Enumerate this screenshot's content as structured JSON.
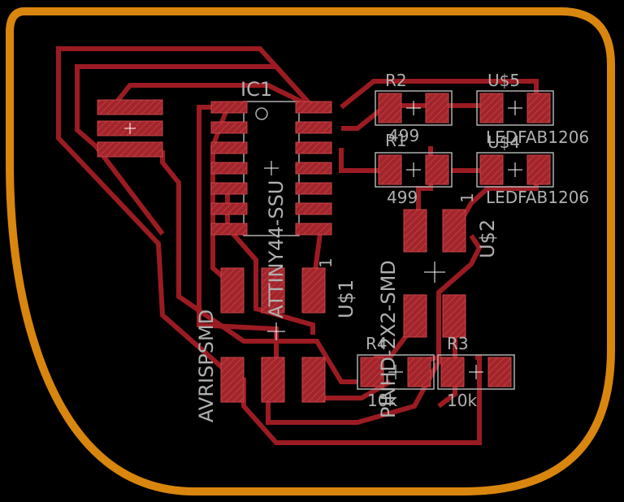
{
  "colors": {
    "background": "#000000",
    "outline": "#d9860f",
    "trace": "#9b1b22",
    "pad": "#a1252b",
    "silk": "#b0b0b0"
  },
  "components": {
    "ic1_name": "IC1",
    "ic1_value": "ATTINY44-SSU",
    "ic1_pin1": "1",
    "r2_name": "R2",
    "r2_value": "499",
    "r1_name": "R1",
    "r1_value": "499",
    "u5_name": "U$5",
    "u5_value": "LEDFAB1206",
    "u4_name": "U$4",
    "u4_value": "LEDFAB1206",
    "u1_name": "U$1",
    "u1_value": "AVRISPSMD",
    "u1_pin1": "1",
    "u2_name": "U$2",
    "u2_value": "PINHD-2X2-SMD",
    "u2_pin1": "1",
    "r4_name": "R4",
    "r4_value": "10k",
    "r3_name": "R3",
    "r3_value": "10k"
  }
}
